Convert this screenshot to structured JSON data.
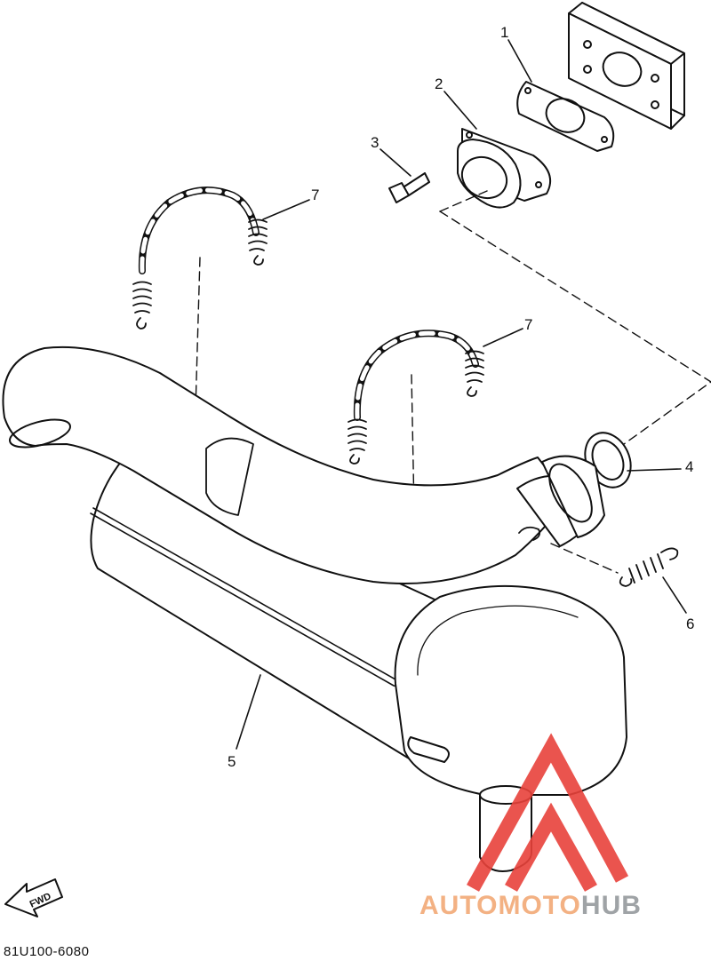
{
  "diagram": {
    "callouts": {
      "part_1": "1",
      "part_2": "2",
      "part_3": "3",
      "part_4": "4",
      "part_5": "5",
      "part_6": "6",
      "part_7a": "7",
      "part_7b": "7"
    },
    "fwd_label": "FWD",
    "diagram_code": "81U100-6080"
  },
  "watermark": {
    "brand_part_a": "AUTOMOTO",
    "brand_part_b": "HUB",
    "color_triangle": "#e8423b",
    "color_text_a": "#f3b183",
    "color_text_b": "#9fa3a6",
    "icon": "triangle-logo-icon"
  },
  "colors": {
    "line": "#111111",
    "background": "#ffffff"
  }
}
